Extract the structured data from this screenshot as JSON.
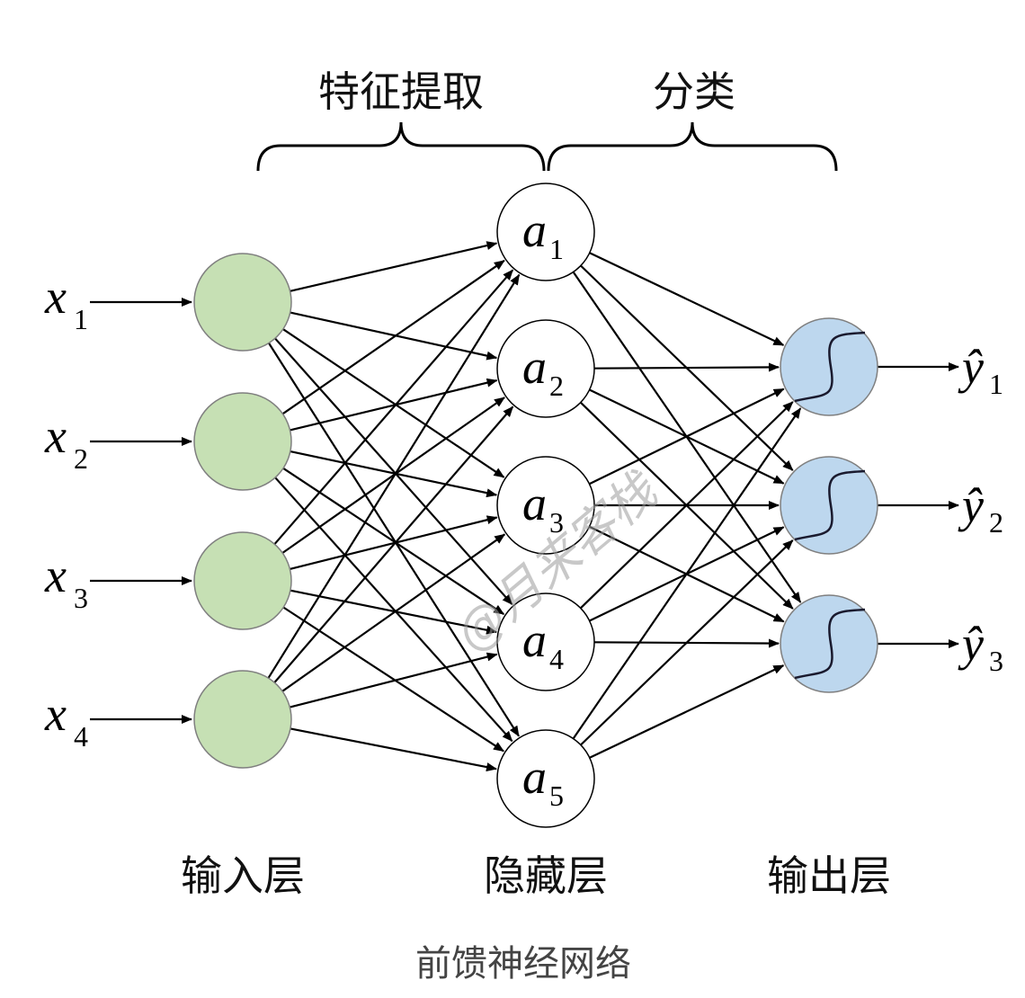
{
  "section_labels": {
    "feature_extraction": "特征提取",
    "classification": "分类"
  },
  "layer_labels": {
    "input": "输入层",
    "hidden": "隐藏层",
    "output": "输出层"
  },
  "inputs": [
    {
      "var": "x",
      "sub": "1"
    },
    {
      "var": "x",
      "sub": "2"
    },
    {
      "var": "x",
      "sub": "3"
    },
    {
      "var": "x",
      "sub": "4"
    }
  ],
  "hidden": [
    {
      "var": "a",
      "sub": "1"
    },
    {
      "var": "a",
      "sub": "2"
    },
    {
      "var": "a",
      "sub": "3"
    },
    {
      "var": "a",
      "sub": "4"
    },
    {
      "var": "a",
      "sub": "5"
    }
  ],
  "outputs": [
    {
      "var": "ŷ",
      "sub": "1"
    },
    {
      "var": "ŷ",
      "sub": "2"
    },
    {
      "var": "ŷ",
      "sub": "3"
    }
  ],
  "watermark": "@月来客栈",
  "caption": "前馈神经网络",
  "colors": {
    "input_node_fill": "#c6e0b4",
    "input_node_stroke": "#7f7f7f",
    "hidden_node_fill": "#ffffff",
    "hidden_node_stroke": "#000000",
    "output_node_fill": "#bdd7ee",
    "output_node_stroke": "#7f7f7f",
    "edge": "#000000"
  }
}
